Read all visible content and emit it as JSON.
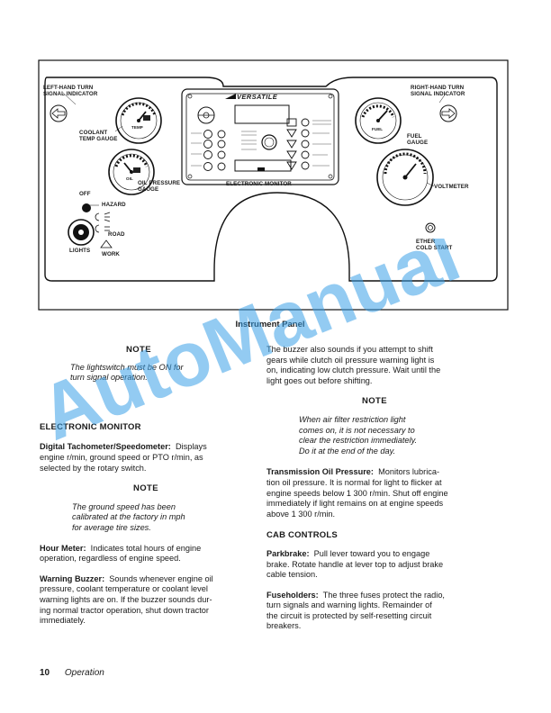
{
  "panel": {
    "left_turn": [
      "LEFT-HAND TURN",
      "SIGNAL INDICATOR"
    ],
    "right_turn": [
      "RIGHT-HAND TURN",
      "SIGNAL INDICATOR"
    ],
    "coolant": [
      "COOLANT",
      "TEMP GAUGE"
    ],
    "oil_pressure": [
      "OIL PRESSURE",
      "GAUGE"
    ],
    "off": "OFF",
    "hazard": "HAZARD",
    "road": "ROAD",
    "lights": "LIGHTS",
    "work": "WORK",
    "brand": "VERSATILE",
    "electronic_monitor": "ELECTRONIC MONITOR",
    "fuel": [
      "FUEL",
      "GAUGE"
    ],
    "fuel_dial": "FUEL",
    "voltmeter": "VOLTMETER",
    "ether": [
      "ETHER",
      "COLD START"
    ],
    "temp_dial": "TEMP",
    "oil_dial": "OIL"
  },
  "caption": "Instrument Panel",
  "left": {
    "note1_title": "NOTE",
    "note1_body": [
      "The lightswitch must be ON for",
      "turn signal operation."
    ],
    "electronic_monitor_heading": "ELECTRONIC MONITOR",
    "tach_title": "Digital Tachometer/Speedometer:",
    "tach_body": [
      "Displays",
      "engine r/min, ground speed or PTO r/min, as",
      "selected by the rotary switch."
    ],
    "note2_title": "NOTE",
    "note2_body": [
      "The ground speed has been",
      "calibrated at the factory in mph",
      "for average tire sizes."
    ],
    "hour_title": "Hour Meter:",
    "hour_body": [
      "Indicates total hours of engine",
      "operation, regardless of engine speed."
    ],
    "buzzer_title": "Warning Buzzer:",
    "buzzer_body": [
      "Sounds whenever engine oil",
      "pressure, coolant temperature or coolant level",
      "warning lights are on. If the buzzer sounds dur-",
      "ing normal tractor operation, shut down tractor",
      "immediately."
    ]
  },
  "right": {
    "buzzer_cont": [
      "The buzzer also sounds if you attempt to shift",
      "gears while clutch oil pressure warning light is",
      "on, indicating low clutch pressure. Wait until the",
      "light goes out before shifting."
    ],
    "note3_title": "NOTE",
    "note3_body": [
      "When air filter restriction light",
      "comes on, it is not necessary to",
      "clear the restriction immediately.",
      "Do it at the end of the day."
    ],
    "trans_title": "Transmission Oil Pressure:",
    "trans_body": [
      "Monitors lubrica-",
      "tion oil pressure. It is normal for light to flicker at",
      "engine speeds below 1 300 r/min. Shut off engine",
      "immediately if light remains on at engine speeds",
      "above 1 300 r/min."
    ],
    "cab_heading": "CAB CONTROLS",
    "park_title": "Parkbrake:",
    "park_body": [
      "Pull lever toward you to engage",
      "brake. Rotate handle at lever top to adjust brake",
      "cable tension."
    ],
    "fuse_title": "Fuseholders:",
    "fuse_body": [
      "The three fuses protect the radio,",
      "turn signals and warning lights. Remainder of",
      "the circuit is protected by self-resetting circuit",
      "breakers."
    ]
  },
  "footer": {
    "page": "10",
    "section": "Operation"
  },
  "watermark": {
    "text": "AutoManual",
    "color": "#3aa0e8"
  }
}
